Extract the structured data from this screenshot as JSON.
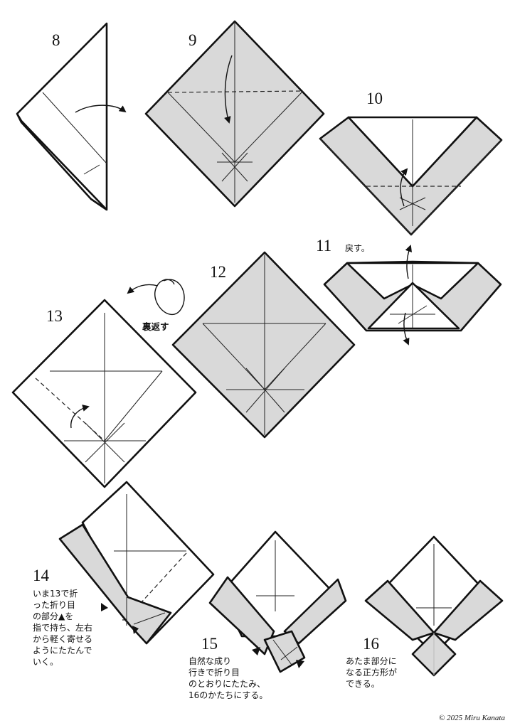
{
  "steps": {
    "s8": "8",
    "s9": "9",
    "s10": "10",
    "s11": "11",
    "s12": "12",
    "s13": "13",
    "s14": "14",
    "s15": "15",
    "s16": "16"
  },
  "notes": {
    "s11": "戻す。",
    "turn_over": "裏返す",
    "s14": "いま13で折\nった折り目\nの部分▲を\n指で持ち、左右\nから軽く寄せる\nようにたたんで\nいく。",
    "s15": "自然な成り\n行きで折り目\nのとおりにたたみ、\n16のかたちにする。",
    "s16": "あたま部分に\nなる正方形が\nできる。"
  },
  "copyright": "© 2025 Miru Kanata",
  "colors": {
    "paper": "#ffffff",
    "colored_side": "#d9d9d9",
    "line": "#111111"
  },
  "icons": [
    "fold-arrow-icon",
    "turn-over-icon",
    "unfold-arrow-icon",
    "pinch-marker-icon"
  ]
}
